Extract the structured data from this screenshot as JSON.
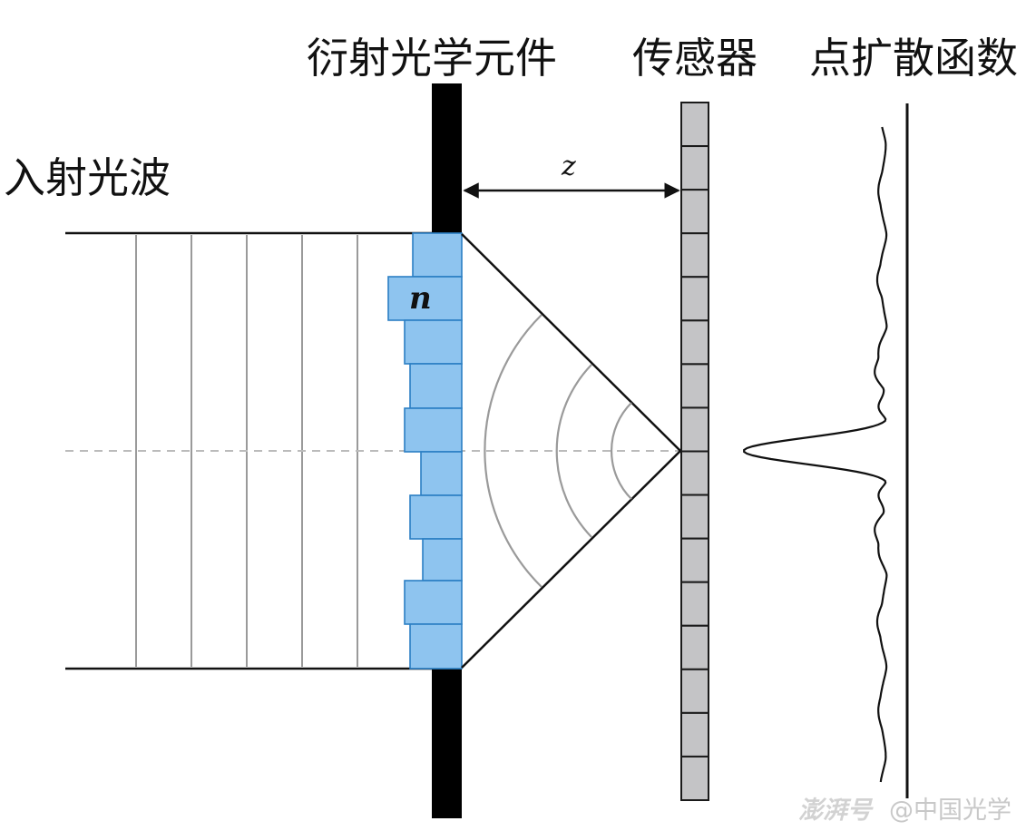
{
  "labels": {
    "incident_wave": "入射光波",
    "doe": "衍射光学元件",
    "sensor": "传感器",
    "psf": "点扩散函数",
    "refractive_index": "n",
    "propagation_distance": "z"
  },
  "watermark": {
    "brand": "澎湃号",
    "account": "@中国光学"
  },
  "colors": {
    "doe_fill": "#8ec4ef",
    "doe_stroke": "#2b7fc4",
    "sensor_fill": "#c4c4c6",
    "wavefront": "#9a9a9a",
    "aperture": "#000000",
    "axis": "#bbbbbb"
  }
}
